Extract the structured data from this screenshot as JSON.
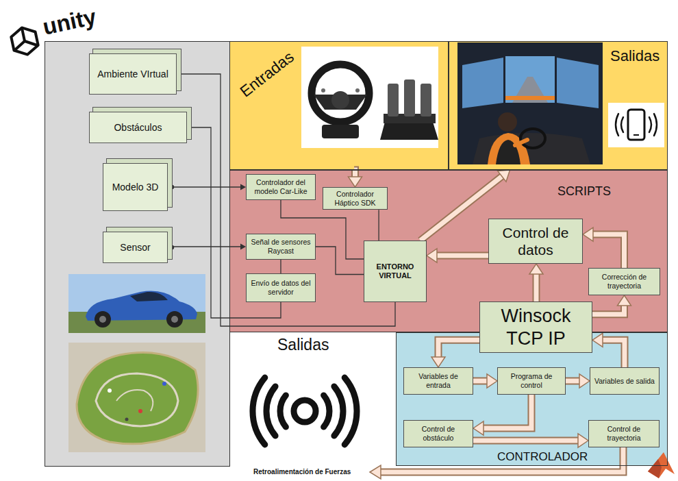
{
  "diagram": {
    "nodes": [
      {
        "text": [
          "Entradas"
        ]
      },
      {
        "text": [
          "Salidas"
        ]
      },
      {
        "text": [
          "SCRIPTS"
        ]
      },
      {
        "text": [
          "CONTROLADOR"
        ]
      },
      {
        "text": [
          "Ambiente VIrtual"
        ]
      },
      {
        "text": [
          "Obstáculos"
        ]
      },
      {
        "text": [
          "Modelo 3D"
        ]
      },
      {
        "text": [
          "Sensor"
        ]
      },
      {
        "text": [
          "Controlador del modelo Car-Like"
        ],
        "in": 2
      },
      {
        "text": [
          "Controlador Háptico SDK"
        ],
        "in": 2
      },
      {
        "text": [
          "Señal de sensores Raycast"
        ],
        "in": 2
      },
      {
        "text": [
          "Envío de datos del servidor"
        ],
        "in": 2
      },
      {
        "text": [
          "ENTORNO VIRTUAL"
        ],
        "in": 2
      },
      {
        "text": [
          "Control de datos"
        ],
        "in": 2
      },
      {
        "text": [
          "Corrección de trayectoria"
        ],
        "in": 2
      },
      {
        "text": [
          "Winsock TCP IP"
        ]
      },
      {
        "text": [
          "Variables de entrada"
        ],
        "in": 3
      },
      {
        "text": [
          "Programa de control"
        ],
        "in": 3
      },
      {
        "text": [
          "Variables de salida"
        ],
        "in": 3
      },
      {
        "text": [
          "Control de obstáculo"
        ],
        "in": 3
      },
      {
        "text": [
          "Control de trayectoria"
        ],
        "in": 3
      }
    ],
    "edges": [
      {
        "from": 4,
        "to": 12,
        "arrow": "none"
      },
      {
        "from": 5,
        "to": 11,
        "arrow": "none"
      },
      {
        "from": 6,
        "to": 8,
        "arrow": "to"
      },
      {
        "from": 7,
        "to": 10,
        "arrow": "to"
      },
      {
        "from": 8,
        "to": 12,
        "arrow": "none"
      },
      {
        "from": 10,
        "to": 12,
        "arrow": "none"
      },
      {
        "from": 10,
        "to": 11,
        "arrow": "none"
      },
      {
        "from": 0,
        "to": 9,
        "arrow": "to"
      },
      {
        "from": 9,
        "to": 12,
        "arrow": "none"
      },
      {
        "from": 12,
        "to": 1,
        "arrow": "to"
      },
      {
        "from": 13,
        "to": 12,
        "arrow": "to"
      },
      {
        "from": 15,
        "to": 13,
        "arrow": "to"
      },
      {
        "from": 15,
        "to": 14,
        "arrow": "to"
      },
      {
        "from": 14,
        "to": 13,
        "arrow": "to"
      },
      {
        "from": 15,
        "to": 16,
        "arrow": "to"
      },
      {
        "from": 16,
        "to": 17,
        "arrow": "to"
      },
      {
        "from": 17,
        "to": 18,
        "arrow": "to"
      },
      {
        "from": 18,
        "to": 15,
        "arrow": "to"
      },
      {
        "from": 17,
        "to": 19,
        "arrow": "to"
      },
      {
        "from": 19,
        "to": 20,
        "arrow": "to"
      }
    ],
    "labels": [
      "unity",
      "Salidas",
      "Retroalimentación de Fuerzas"
    ]
  }
}
